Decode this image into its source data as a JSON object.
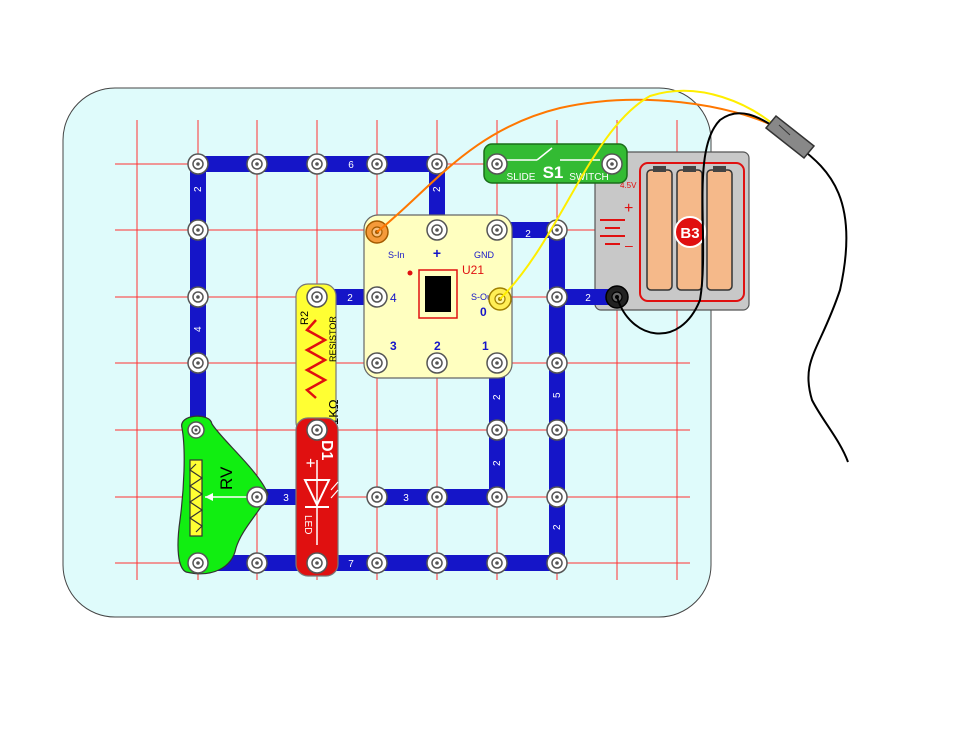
{
  "labels": {
    "num_6": "6",
    "num_2_left_top": "2",
    "num_4_left": "4",
    "num_2_center_vertical": "2",
    "num_2_gnd": "2",
    "num_2_r2_link": "2",
    "num_2_right_link": "2",
    "num_2_right_col_a": "2",
    "num_2_right_col_b": "2",
    "num_5": "5",
    "num_2_bottom_right": "2",
    "num_3_rv": "3",
    "num_3_mid": "3",
    "num_7": "7",
    "switch_left": "SLIDE",
    "switch_name": "S1",
    "switch_right": "SWITCH",
    "battery_voltage": "4.5V",
    "battery_plus": "+",
    "battery_minus": "–",
    "battery_name": "B3",
    "ic_s_in": "S-In",
    "ic_plus": "+",
    "ic_gnd": "GND",
    "ic_name": "U21",
    "ic_s_out": "S-Out",
    "ic_pin4": "4",
    "ic_pin0": "0",
    "ic_pin3": "3",
    "ic_pin2": "2",
    "ic_pin1": "1",
    "resistor_name": "R2",
    "resistor_value": "1KΩ",
    "resistor_type": "RESISTOR",
    "led_name": "D1",
    "led_type": "LED",
    "led_plus": "+",
    "rv_name": "RV"
  },
  "colors": {
    "board_fill": "#dffbfb",
    "grid_line": "#ff2020",
    "snap_blue": "#1515c8",
    "switch_green": "#33bb33",
    "resistor_yellow": "#ffff33",
    "led_red": "#e01010",
    "rv_green": "#11ee11",
    "ic_fill": "#ffffc0",
    "battery_gray": "#c8c8c8",
    "wire_orange": "#ff7700",
    "wire_yellow": "#ffee00",
    "wire_black": "#000000"
  }
}
